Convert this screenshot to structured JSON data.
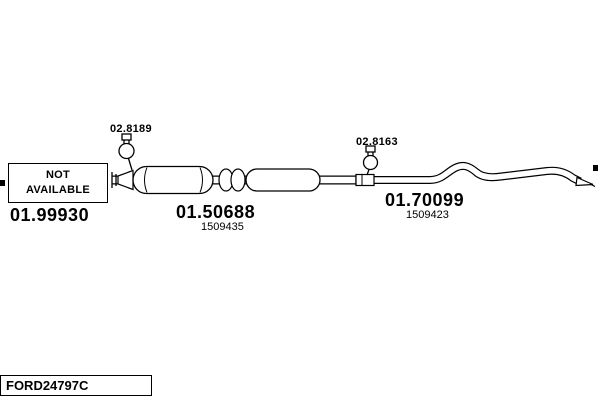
{
  "diagram": {
    "colors": {
      "background": "#ffffff",
      "line": "#000000"
    },
    "footer_code": "FORD24797C",
    "not_available": {
      "line1": "NOT",
      "line2": "AVAILABLE"
    },
    "parts": [
      {
        "number": "01.99930"
      },
      {
        "number": "01.50688",
        "sub_number": "1509435"
      },
      {
        "number": "01.70099",
        "sub_number": "1509423"
      }
    ],
    "clamps": [
      {
        "number": "02.8189"
      },
      {
        "number": "02.8163"
      }
    ]
  }
}
